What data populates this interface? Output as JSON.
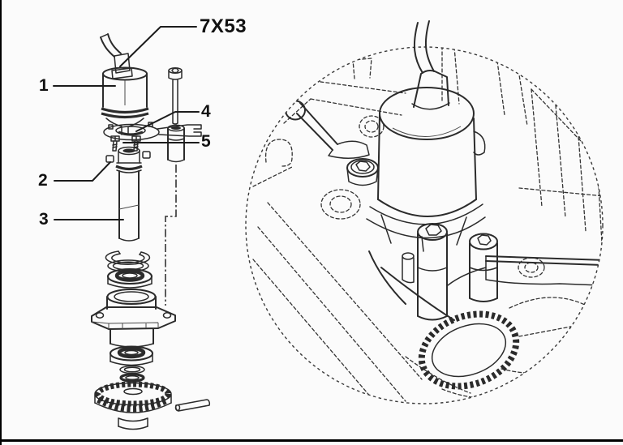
{
  "figure": {
    "kind": "exploded-parts-diagram",
    "callouts": [
      {
        "id": "part-code",
        "label": "7X53"
      },
      {
        "id": "item-1",
        "label": "1"
      },
      {
        "id": "item-2",
        "label": "2"
      },
      {
        "id": "item-3",
        "label": "3"
      },
      {
        "id": "item-4",
        "label": "4"
      },
      {
        "id": "item-5",
        "label": "5"
      }
    ],
    "colors": {
      "line": "#2b2b2b",
      "background": "#fbfbfb",
      "frame": "#000000"
    }
  }
}
